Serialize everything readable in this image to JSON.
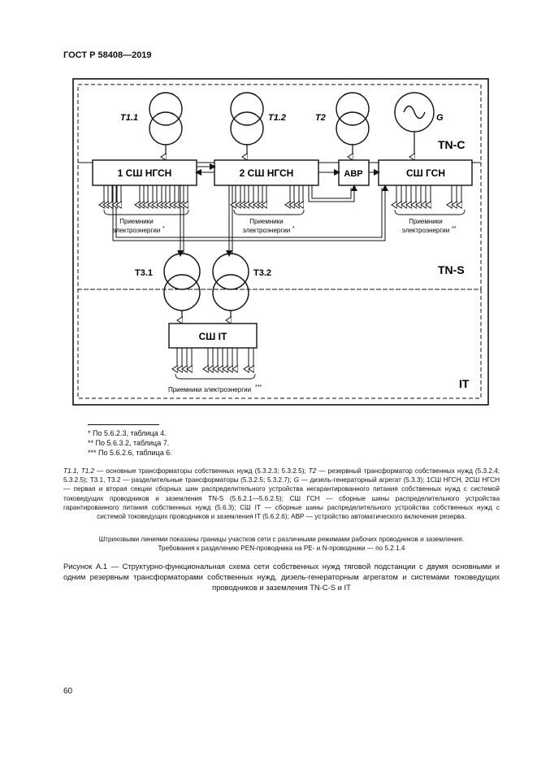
{
  "header": {
    "standard": "ГОСТ Р 58408—2019"
  },
  "diagram": {
    "transformers": {
      "t11": "Т1.1",
      "t12": "Т1.2",
      "t2": "Т2",
      "g": "G",
      "t31": "Т3.1",
      "t32": "Т3.2"
    },
    "buses": {
      "b1": "1 СШ НГСН",
      "b2": "2 СШ НГСН",
      "avr": "АВР",
      "gsn": "СШ ГСН",
      "it": "СШ IT"
    },
    "zones": {
      "tnc": "TN-C",
      "tns": "TN-S",
      "it": "IT"
    },
    "receivers": {
      "r1_line1": "Приемники",
      "r1_line2": "электроэнергии",
      "r1_mark": "*",
      "r2_line1": "Приемники",
      "r2_line2": "электроэнергии",
      "r2_mark": "*",
      "r3_line1": "Приемники",
      "r3_line2": "электроэнергии",
      "r3_mark": "**",
      "r4_line": "Приемники электроэнергии",
      "r4_mark": "***"
    }
  },
  "footnotes": [
    "*  По 5.6.2.3, таблица 4.",
    "**  По 5.6.3.2, таблица 7.",
    "***  По 5.6.2.6, таблица 6."
  ],
  "legend": {
    "t11": "Т1.1",
    "t12": "Т1.2",
    "text1": " — основные трансформаторы собственных нужд (5.3.2.3; 5.3.2.5); ",
    "t2": "Т2",
    "text2": " — резервный трансформатор собственных нужд (5.3.2.4; 5.3.2.5); Т3.1, Т3.2 — разделительные трансформаторы (5.3.2.5; 5.3.2.7); ",
    "g": "G",
    "text3": " — дизель-генераторный агрегат (5.3.3); 1СШ НГСН, 2СШ НГСН — первая и вторая секции сборных шин распределительного устройства негарантированного питания собственных нужд с системой токоведущих проводников и заземления TN-S (5.6.2.1—5.6.2.5); СШ ГСН — сборные шины распределительного устройства гарантированного питания собственных нужд (5.6.3); СШ IT — сборные шины распределительного устройства собственных нужд с системой токоведущих проводников и заземления IT (5.6.2.6); АВР — устройство автоматического включения резерва."
  },
  "note": {
    "line1": "Штриховыми линиями показаны границы участков сети с различными режимами рабочих проводников и заземления.",
    "line2": "Требования к разделению PEN-проводника на PE- и N-проводники — по 5.2.1.4"
  },
  "caption": "Рисунок А.1 — Структурно-функциональная схема сети собственных нужд тяговой подстанции с двумя основными и одним резервным трансформаторами собственных нужд, дизель-генераторным агрегатом и системами токоведущих проводников и заземления TN-C-S и IT",
  "page_number": "60"
}
